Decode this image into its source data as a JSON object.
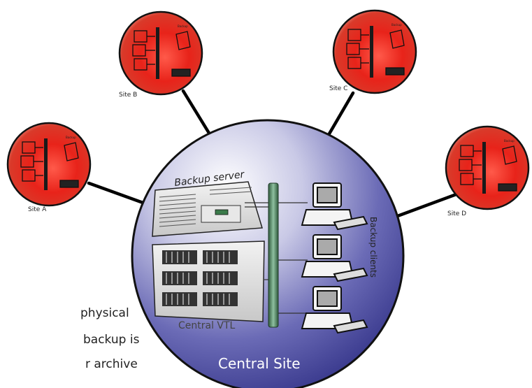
{
  "central": {
    "title": "Central Site",
    "backup_server_label": "Backup server",
    "vtl_label": "Central VTL",
    "clients_label": "Backup clients"
  },
  "sites": [
    {
      "label": "Site A"
    },
    {
      "label": "Site B"
    },
    {
      "label": "Site C"
    },
    {
      "label": "Site D"
    }
  ],
  "site_small_label": "Backup server",
  "body_text": [
    "physical",
    "backup is",
    "r archive"
  ],
  "colors": {
    "central_fill": "#4a4aa0",
    "site_fill": "#e0251d",
    "link": "#000000",
    "rail": "#5a8a6a"
  }
}
